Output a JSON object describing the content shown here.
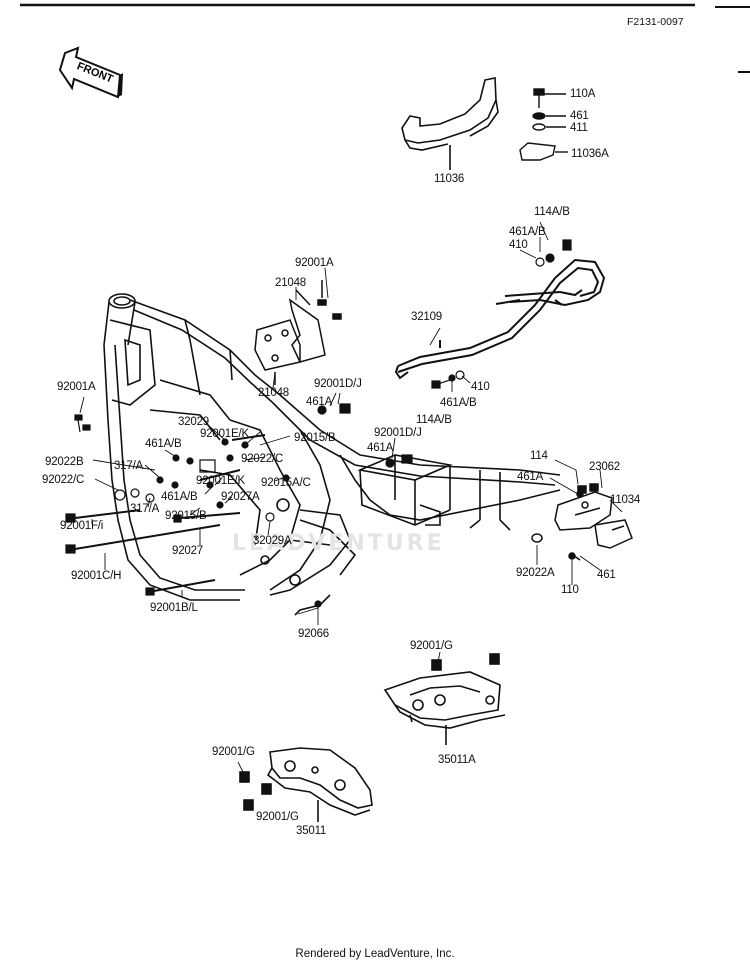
{
  "diagram_code": "F2131-0097",
  "front_label": "FRONT",
  "watermark": "LEADVENTURE",
  "footer": "Rendered by LeadVenture, Inc.",
  "labels": [
    {
      "id": "110a",
      "text": "110A"
    },
    {
      "id": "461",
      "text": "461"
    },
    {
      "id": "411",
      "text": "411"
    },
    {
      "id": "11036a",
      "text": "11036A"
    },
    {
      "id": "11036",
      "text": "11036"
    },
    {
      "id": "114ab-top",
      "text": "114A/B"
    },
    {
      "id": "461ab-top",
      "text": "461A/B"
    },
    {
      "id": "410-top",
      "text": "410"
    },
    {
      "id": "92001a-top",
      "text": "92001A"
    },
    {
      "id": "21048-top",
      "text": "21048"
    },
    {
      "id": "32109",
      "text": "32109"
    },
    {
      "id": "21048-bot",
      "text": "21048"
    },
    {
      "id": "92001dj-1",
      "text": "92001D/J"
    },
    {
      "id": "410-mid",
      "text": "410"
    },
    {
      "id": "461a-1",
      "text": "461A"
    },
    {
      "id": "461ab-mid",
      "text": "461A/B"
    },
    {
      "id": "114ab-mid",
      "text": "114A/B"
    },
    {
      "id": "92001a-left",
      "text": "92001A"
    },
    {
      "id": "32029",
      "text": "32029"
    },
    {
      "id": "92001ek-1",
      "text": "92001E/K"
    },
    {
      "id": "92015b-1",
      "text": "92015/B"
    },
    {
      "id": "461ab-left",
      "text": "461A/B"
    },
    {
      "id": "92001dj-2",
      "text": "92001D/J"
    },
    {
      "id": "461a-2",
      "text": "461A"
    },
    {
      "id": "92022b",
      "text": "92022B"
    },
    {
      "id": "317a-1",
      "text": "317/A"
    },
    {
      "id": "92022c-1",
      "text": "92022/C"
    },
    {
      "id": "92022c-2",
      "text": "92022/C"
    },
    {
      "id": "92001ek-2",
      "text": "92001E/K"
    },
    {
      "id": "92015ac",
      "text": "92015A/C"
    },
    {
      "id": "461ab-low",
      "text": "461A/B"
    },
    {
      "id": "92027a",
      "text": "92027A"
    },
    {
      "id": "317a-2",
      "text": "317/A"
    },
    {
      "id": "92001fi",
      "text": "92001F/i"
    },
    {
      "id": "92015b-2",
      "text": "92015/B"
    },
    {
      "id": "92027",
      "text": "92027"
    },
    {
      "id": "32029a",
      "text": "32029A"
    },
    {
      "id": "92001ch",
      "text": "92001C/H"
    },
    {
      "id": "92001bl",
      "text": "92001B/L"
    },
    {
      "id": "92066",
      "text": "92066"
    },
    {
      "id": "114",
      "text": "114"
    },
    {
      "id": "23062",
      "text": "23062"
    },
    {
      "id": "461a-3",
      "text": "461A"
    },
    {
      "id": "11034",
      "text": "11034"
    },
    {
      "id": "92022a",
      "text": "92022A"
    },
    {
      "id": "461-low",
      "text": "461"
    },
    {
      "id": "110",
      "text": "110"
    },
    {
      "id": "92001g-1",
      "text": "92001/G"
    },
    {
      "id": "35011a",
      "text": "35011A"
    },
    {
      "id": "92001g-2",
      "text": "92001/G"
    },
    {
      "id": "92001g-3",
      "text": "92001/G"
    },
    {
      "id": "35011",
      "text": "35011"
    }
  ]
}
